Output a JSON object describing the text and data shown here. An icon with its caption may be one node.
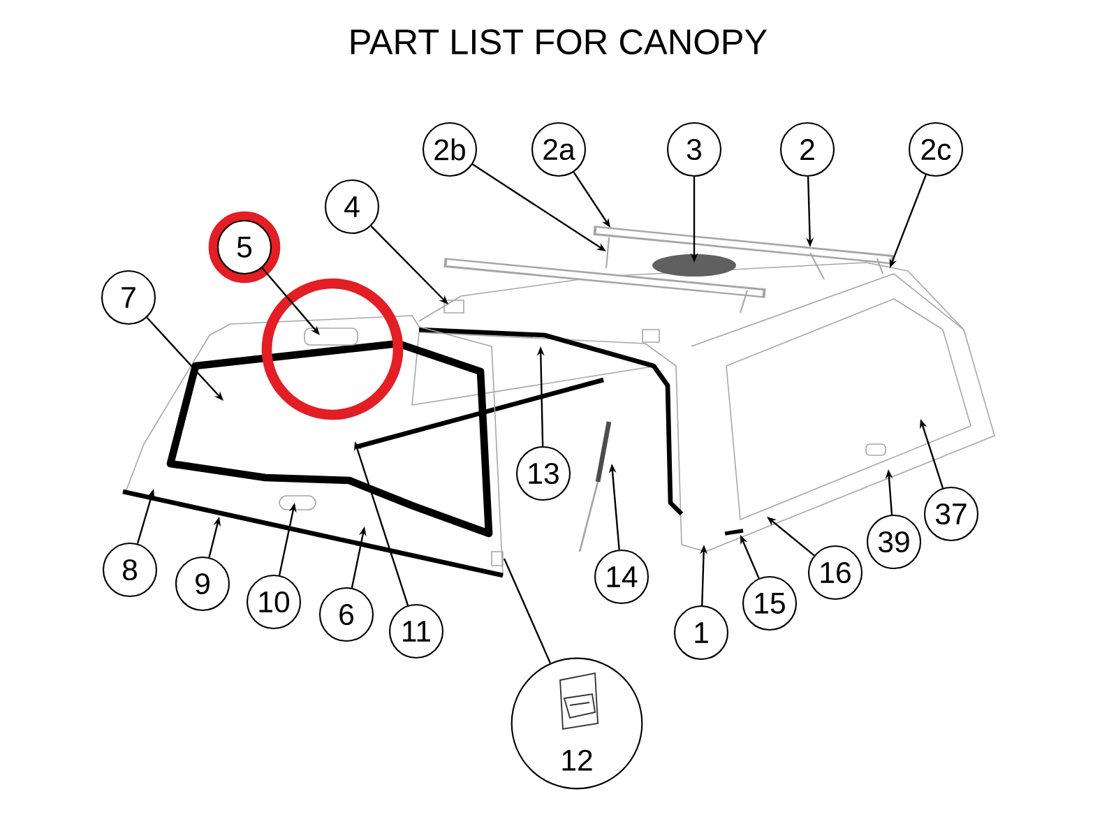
{
  "diagram": {
    "title": "PART LIST FOR CANOPY",
    "nodes": [
      {
        "text": [
          "2b"
        ]
      },
      {
        "text": [
          "2a"
        ]
      },
      {
        "text": [
          "3"
        ]
      },
      {
        "text": [
          "2"
        ]
      },
      {
        "text": [
          "2c"
        ]
      },
      {
        "text": [
          "4"
        ]
      },
      {
        "text": [
          "5"
        ]
      },
      {
        "text": [
          "7"
        ]
      },
      {
        "text": [
          "13"
        ]
      },
      {
        "text": [
          "37"
        ]
      },
      {
        "text": [
          "39"
        ]
      },
      {
        "text": [
          "8"
        ]
      },
      {
        "text": [
          "16"
        ]
      },
      {
        "text": [
          "14"
        ]
      },
      {
        "text": [
          "9"
        ]
      },
      {
        "text": [
          "10"
        ]
      },
      {
        "text": [
          "15"
        ]
      },
      {
        "text": [
          "6"
        ]
      },
      {
        "text": [
          "11"
        ]
      },
      {
        "text": [
          "1"
        ]
      },
      {
        "text": [
          "12"
        ]
      }
    ],
    "edges": [
      {
        "from": 0,
        "to": null,
        "arrow": "to"
      },
      {
        "from": 1,
        "to": null,
        "arrow": "to"
      },
      {
        "from": 2,
        "to": null,
        "arrow": "to"
      },
      {
        "from": 3,
        "to": null,
        "arrow": "to"
      },
      {
        "from": 4,
        "to": null,
        "arrow": "to"
      },
      {
        "from": 5,
        "to": null,
        "arrow": "to"
      },
      {
        "from": 6,
        "to": null,
        "arrow": "to"
      },
      {
        "from": 7,
        "to": null,
        "arrow": "to"
      },
      {
        "from": 8,
        "to": null,
        "arrow": "to"
      },
      {
        "from": 9,
        "to": null,
        "arrow": "to"
      },
      {
        "from": 10,
        "to": null,
        "arrow": "to"
      },
      {
        "from": 11,
        "to": null,
        "arrow": "to"
      },
      {
        "from": 12,
        "to": null,
        "arrow": "to"
      },
      {
        "from": 13,
        "to": null,
        "arrow": "to"
      },
      {
        "from": 14,
        "to": null,
        "arrow": "to"
      },
      {
        "from": 15,
        "to": null,
        "arrow": "to"
      },
      {
        "from": 16,
        "to": null,
        "arrow": "to"
      },
      {
        "from": 17,
        "to": null,
        "arrow": "to"
      },
      {
        "from": 18,
        "to": null,
        "arrow": "to"
      },
      {
        "from": 19,
        "to": null,
        "arrow": "to"
      },
      {
        "from": 20,
        "to": null,
        "arrow": "none"
      }
    ]
  }
}
